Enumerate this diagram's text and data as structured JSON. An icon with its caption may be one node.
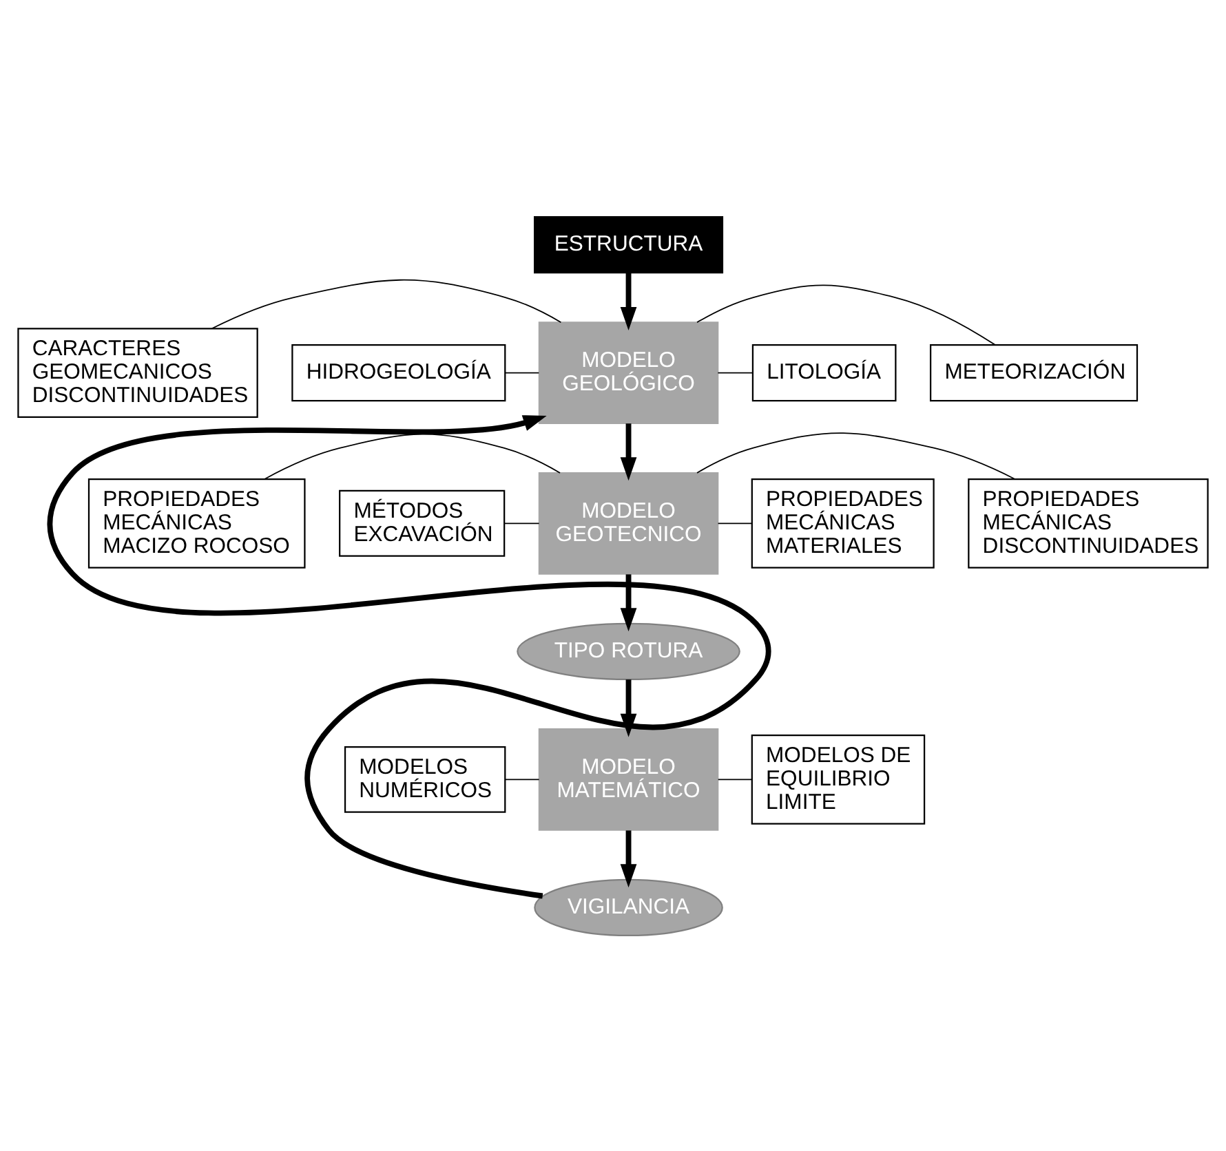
{
  "diagram": {
    "nodes": [
      {
        "text": [
          "ESTRUCTURA"
        ]
      },
      {
        "text": [
          "CARACTERES GEOMECANICOS DISCONTINUIDADES"
        ]
      },
      {
        "text": [
          "METEORIZACIÓN"
        ]
      },
      {
        "text": [
          "MODELO GEOLÓGICO"
        ]
      },
      {
        "text": [
          "HIDROGEOLOGÍA"
        ]
      },
      {
        "text": [
          "LITOLOGÍA"
        ]
      },
      {
        "text": [
          "PROPIEDADES MECÁNICAS MACIZO ROCOSO"
        ]
      },
      {
        "text": [
          "MODELO GEOTECNICO"
        ]
      },
      {
        "text": [
          "PROPIEDADES MECÁNICAS DISCONTINUIDADES"
        ]
      },
      {
        "text": [
          "MÉTODOS EXCAVACIÓN"
        ]
      },
      {
        "text": [
          "PROPIEDADES MECÁNICAS MATERIALES"
        ]
      },
      {
        "text": [
          "TIPO ROTURA"
        ]
      },
      {
        "text": [
          "MODELOS NUMÉRICOS"
        ]
      },
      {
        "text": [
          "MODELO MATEMÁTICO"
        ]
      },
      {
        "text": [
          "MODELOS DE EQUILIBRIO LIMITE"
        ]
      },
      {
        "text": [
          "VIGILANCIA"
        ]
      }
    ],
    "edges": [
      {
        "from": 0,
        "to": 3,
        "arrow": "to",
        "style": "thick"
      },
      {
        "from": 1,
        "to": 3,
        "arrow": "none"
      },
      {
        "from": 3,
        "to": 2,
        "arrow": "none"
      },
      {
        "from": 4,
        "to": 3,
        "arrow": "none"
      },
      {
        "from": 3,
        "to": 5,
        "arrow": "none"
      },
      {
        "from": 3,
        "to": 7,
        "arrow": "to",
        "style": "thick"
      },
      {
        "from": 6,
        "to": 7,
        "arrow": "none"
      },
      {
        "from": 7,
        "to": 8,
        "arrow": "none"
      },
      {
        "from": 9,
        "to": 7,
        "arrow": "none"
      },
      {
        "from": 7,
        "to": 10,
        "arrow": "none"
      },
      {
        "from": 7,
        "to": 11,
        "arrow": "to",
        "style": "thick"
      },
      {
        "from": 11,
        "to": 13,
        "arrow": "to",
        "style": "thick"
      },
      {
        "from": 12,
        "to": 13,
        "arrow": "none"
      },
      {
        "from": 13,
        "to": 14,
        "arrow": "none"
      },
      {
        "from": 13,
        "to": 15,
        "arrow": "to",
        "style": "thick"
      },
      {
        "from": 15,
        "to": 3,
        "arrow": "to",
        "style": "thick"
      }
    ]
  }
}
